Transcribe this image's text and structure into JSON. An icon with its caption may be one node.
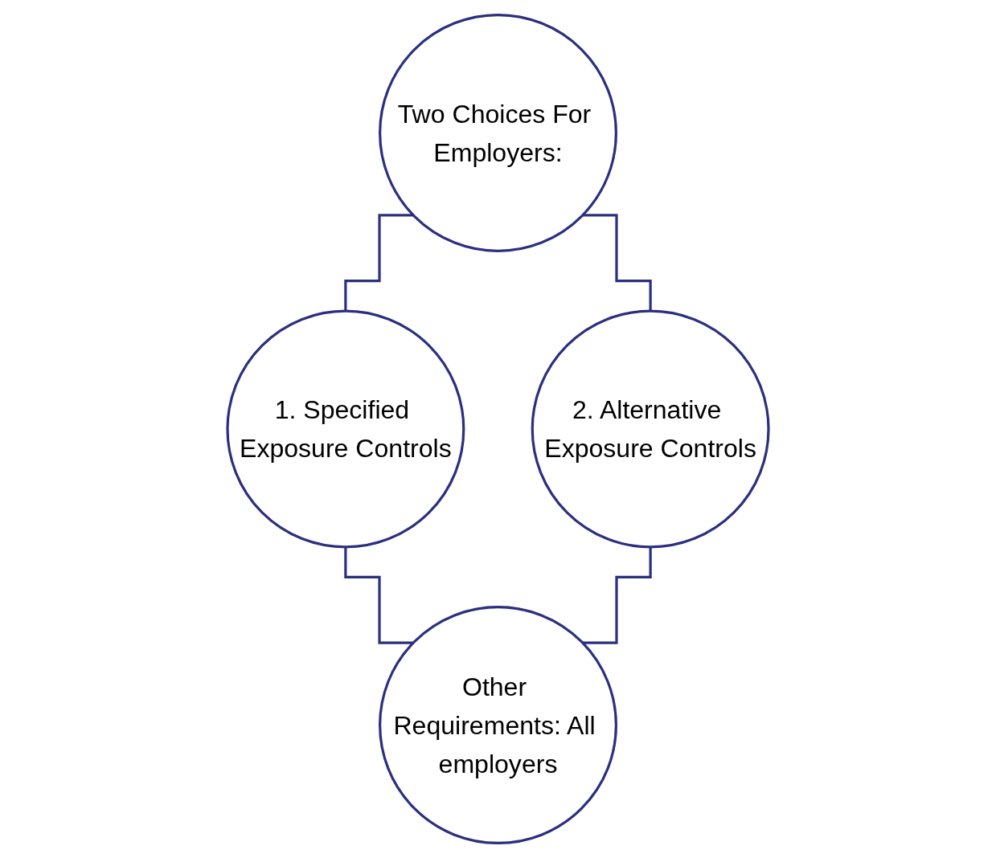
{
  "diagram": {
    "nodes": [
      {
        "text": [
          "Two Choices For Employers:"
        ]
      },
      {
        "text": [
          "1. Specified Exposure Controls"
        ]
      },
      {
        "text": [
          "2. Alternative Exposure Controls"
        ]
      },
      {
        "text": [
          "Other Requirements: All employers"
        ]
      }
    ],
    "edges": [
      {
        "from": 0,
        "to": 1,
        "arrow": "none"
      },
      {
        "from": 0,
        "to": 2,
        "arrow": "none"
      },
      {
        "from": 1,
        "to": 3,
        "arrow": "none"
      },
      {
        "from": 2,
        "to": 3,
        "arrow": "none"
      }
    ]
  }
}
